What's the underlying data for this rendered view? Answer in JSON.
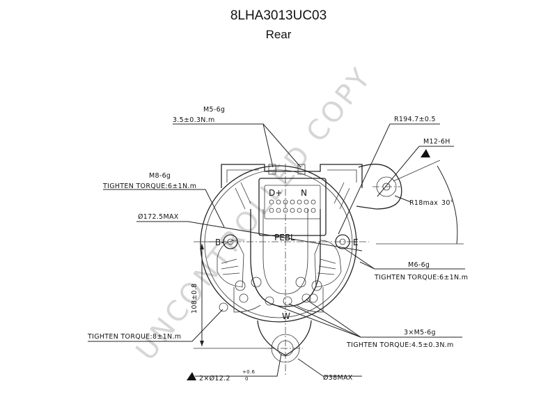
{
  "header": {
    "part_number": "8LHA3013UC03",
    "view": "Rear"
  },
  "watermark": "UNCONTROLLED COPY",
  "terminals": {
    "d_plus": "D+",
    "n": "N",
    "b_minus": "B-",
    "e": "E",
    "w": "W",
    "pebl": "PEBL"
  },
  "annotations": {
    "m5_thread": "M5-6g",
    "m5_torque": "3.5±0.3N.m",
    "m8_thread": "M8-6g",
    "m8_torque": "TIGHTEN TORQUE:6±1N.m",
    "diameter_max": "Ø172.5MAX",
    "radius": "R194.7±0.5",
    "m12_thread": "M12-6H",
    "r18": "R18max",
    "angle": "30°",
    "m6_thread": "M6-6g",
    "m6_torque": "TIGHTEN TORQUE:6±1N.m",
    "height": "108±0.8",
    "bottom_left_torque": "TIGHTEN TORQUE:8±1N.m",
    "m5x3_thread": "3×M5-6g",
    "m5x3_torque": "TIGHTEN TORQUE:4.5±0.3N.m",
    "hole_dia": "2×Ø12.2",
    "hole_tol_upper": "+0.6",
    "hole_tol_lower": "0",
    "boss_dia": "Ø38MAX"
  }
}
